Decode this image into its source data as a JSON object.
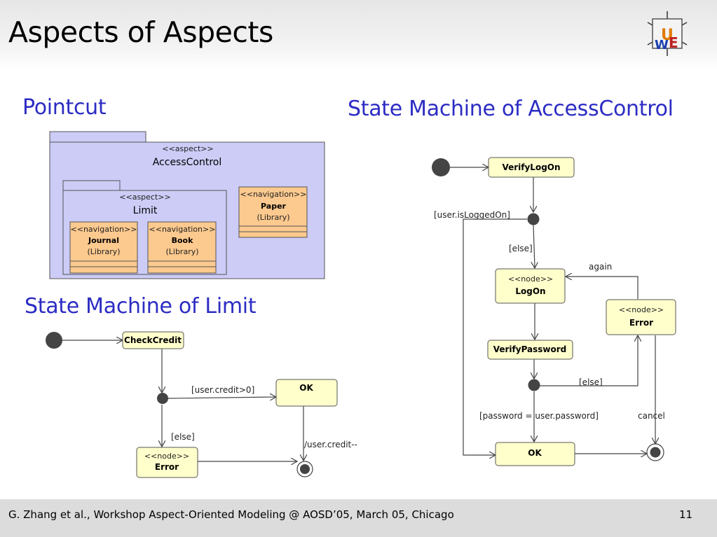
{
  "slide": {
    "title": "Aspects of Aspects",
    "logo_text": "UWE",
    "footer": "G. Zhang et al., Workshop Aspect-Oriented Modeling @ AOSD’05, March 05, Chicago",
    "page_number": "11"
  },
  "pointcut": {
    "heading": "Pointcut",
    "outer": {
      "stereotype": "<<aspect>>",
      "name": "AccessControl"
    },
    "inner": {
      "stereotype": "<<aspect>>",
      "name": "Limit"
    },
    "classes": [
      {
        "stereotype": "<<navigation>>",
        "name": "Journal",
        "type": "(Library)"
      },
      {
        "stereotype": "<<navigation>>",
        "name": "Book",
        "type": "(Library)"
      },
      {
        "stereotype": "<<navigation>>",
        "name": "Paper",
        "type": "(Library)"
      }
    ]
  },
  "limit_sm": {
    "heading": "State Machine of Limit",
    "check_credit": "CheckCredit",
    "ok": "OK",
    "error_stereotype": "<<node>>",
    "error": "Error",
    "guard_credit": "[user.credit>0]",
    "guard_else": "[else]",
    "action": "/user.credit--"
  },
  "access_sm": {
    "heading": "State Machine of AccessControl",
    "verify_logon": "VerifyLogOn",
    "logon_stereotype": "<<node>>",
    "logon": "LogOn",
    "verify_password": "VerifyPassword",
    "error_stereotype": "<<node>>",
    "error": "Error",
    "ok": "OK",
    "guard_logged_on": "[user.isLoggedOn]",
    "guard_else1": "[else]",
    "guard_else2": "[else]",
    "guard_password": "[password = user.password]",
    "label_again": "again",
    "label_cancel": "cancel"
  },
  "colors": {
    "heading": "#2c2cc4",
    "package_fill": "#ccccf7",
    "class_fill": "#fcc98e",
    "state_fill": "#ffffcc"
  }
}
